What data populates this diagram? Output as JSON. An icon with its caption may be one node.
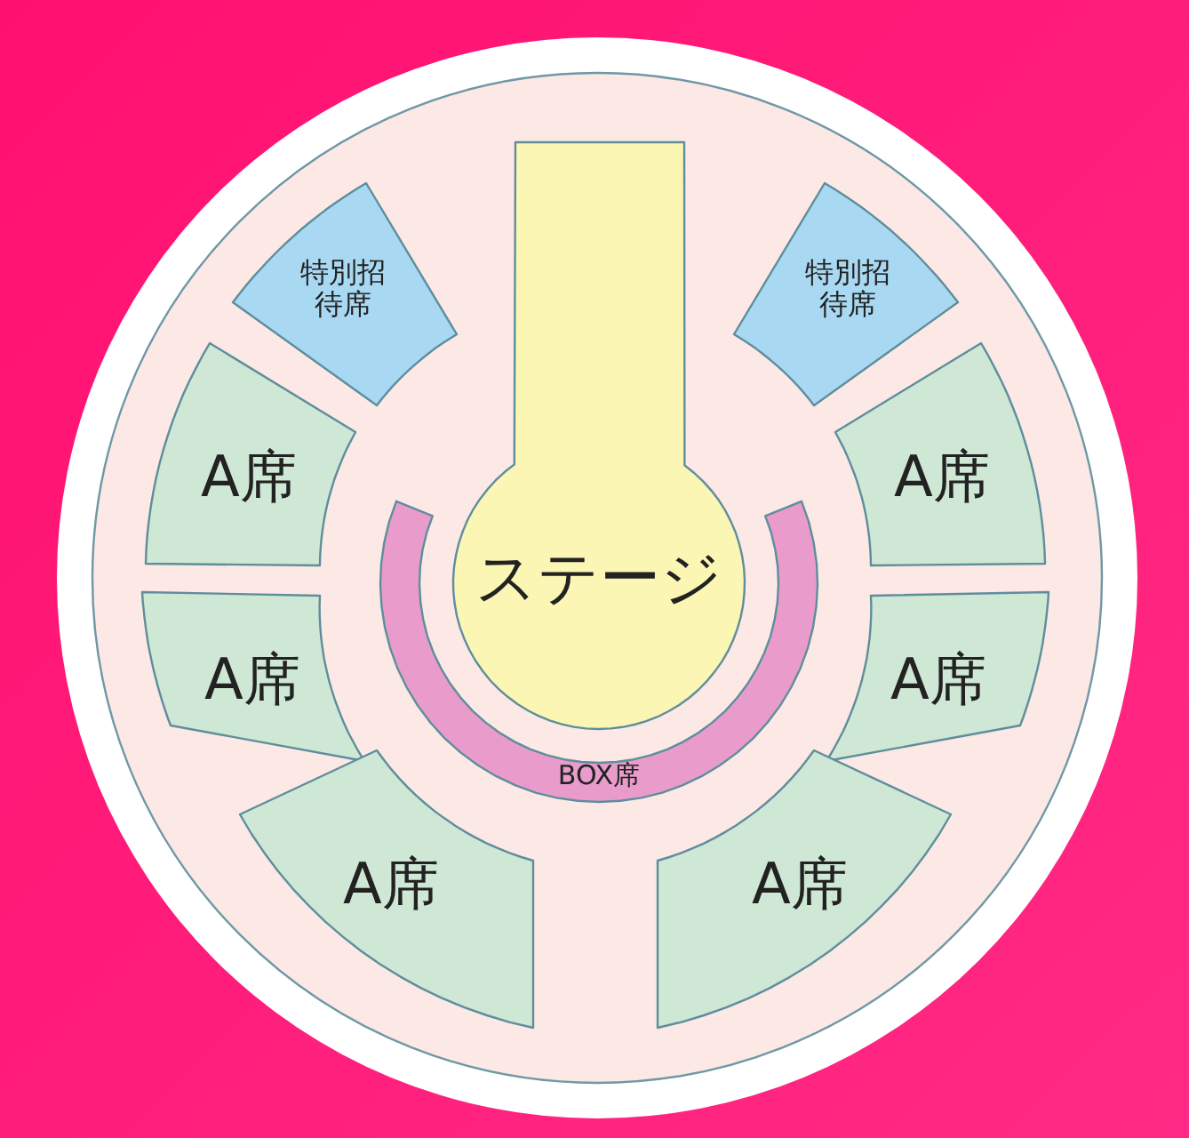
{
  "diagram": {
    "nodes": [
      {
        "text": [
          "特別招待席"
        ]
      },
      {
        "text": [
          "特別招待席"
        ]
      },
      {
        "text": [
          "A席"
        ]
      },
      {
        "text": [
          "A席"
        ]
      },
      {
        "text": [
          "ステージ"
        ]
      },
      {
        "text": [
          "A席"
        ]
      },
      {
        "text": [
          "A席"
        ]
      },
      {
        "text": [
          "BOX席"
        ]
      },
      {
        "text": [
          "A席"
        ]
      },
      {
        "text": [
          "A席"
        ]
      }
    ]
  }
}
